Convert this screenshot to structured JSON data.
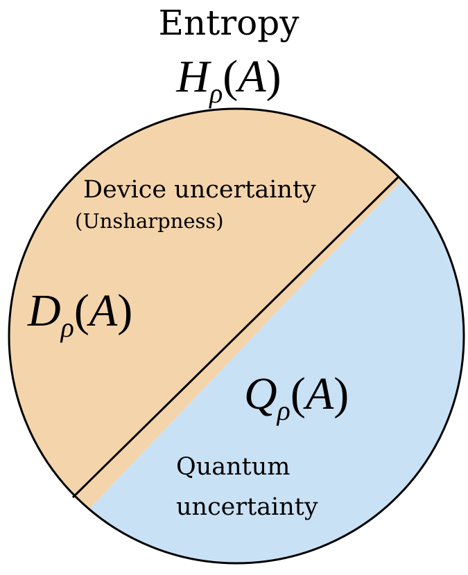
{
  "header": {
    "title": "Entropy",
    "formula": {
      "symbol": "H",
      "subscript": "ρ",
      "open_paren": "(",
      "argument": "A",
      "close_paren": ")"
    }
  },
  "regions": {
    "device": {
      "label_line1": "Device uncertainty",
      "label_line2": "(Unsharpness)",
      "formula": {
        "symbol": "D",
        "subscript": "ρ",
        "open_paren": "(",
        "argument": "A",
        "close_paren": ")"
      },
      "color": "#f4d4ab"
    },
    "quantum": {
      "label_line1": "Quantum",
      "label_line2": "uncertainty",
      "formula": {
        "symbol": "Q",
        "subscript": "ρ",
        "open_paren": "(",
        "argument": "A",
        "close_paren": ")"
      },
      "color": "#c9e1f4"
    }
  },
  "colors": {
    "outline": "#000000",
    "text": "#000000"
  }
}
